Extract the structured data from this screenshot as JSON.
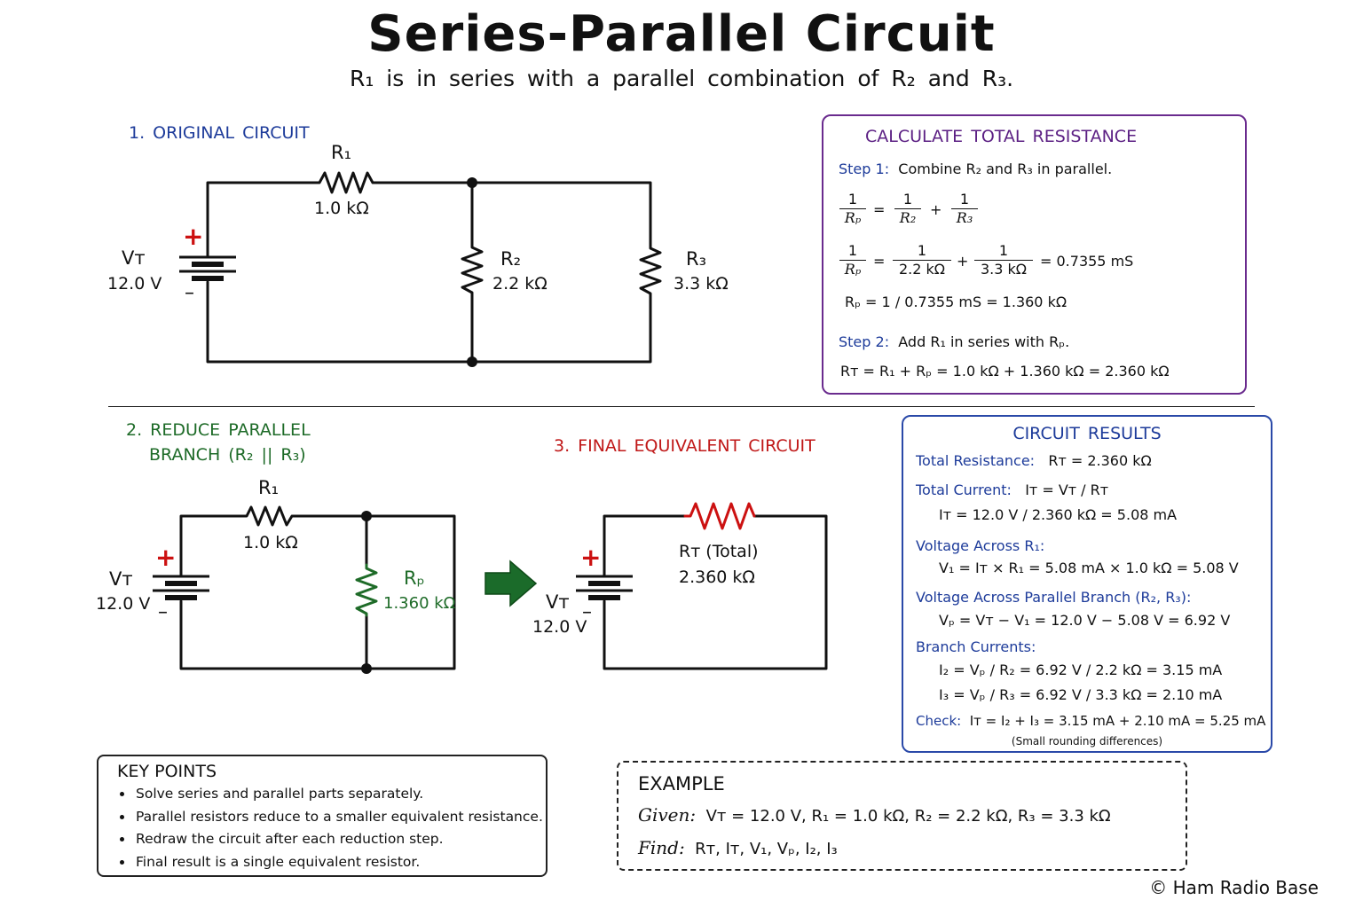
{
  "title": "Series-Parallel Circuit",
  "subtitle": "R₁ is in series with a parallel combination of R₂ and R₃.",
  "sections": {
    "original": "1. ORIGINAL CIRCUIT",
    "reduce_line1": "2. REDUCE PARALLEL",
    "reduce_line2": "BRANCH (R₂ || R₃)",
    "final": "3. FINAL EQUIVALENT CIRCUIT"
  },
  "circuit1": {
    "source_label": "Vᴛ",
    "source_value": "12.0 V",
    "r1_label": "R₁",
    "r1_value": "1.0 kΩ",
    "r2_label": "R₂",
    "r2_value": "2.2 kΩ",
    "r3_label": "R₃",
    "r3_value": "3.3 kΩ",
    "plus": "+",
    "minus": "–"
  },
  "circuit2": {
    "source_label": "Vᴛ",
    "source_value": "12.0 V",
    "r1_label": "R₁",
    "r1_value": "1.0 kΩ",
    "rp_label": "Rₚ",
    "rp_value": "1.360 kΩ",
    "plus": "+",
    "minus": "–"
  },
  "circuit3": {
    "source_label": "Vᴛ",
    "source_value": "12.0 V",
    "rt_label": "Rᴛ (Total)",
    "rt_value": "2.360 kΩ",
    "plus": "+",
    "minus": "–"
  },
  "calc_box": {
    "heading": "CALCULATE TOTAL RESISTANCE",
    "step1_label": "Step 1:",
    "step1_text": "Combine R₂ and R₃ in parallel.",
    "eq1": {
      "one": "1",
      "rp": "Rₚ",
      "r2": "R₂",
      "r3": "R₃",
      "equals": "=",
      "plus": "+"
    },
    "eq2": {
      "one": "1",
      "rp": "Rₚ",
      "d2": "2.2 kΩ",
      "d3": "3.3 kΩ",
      "equals": "=",
      "plus": "+",
      "result": "= 0.7355 mS"
    },
    "eq3": "Rₚ = 1 / 0.7355 mS = 1.360 kΩ",
    "step2_label": "Step 2:",
    "step2_text": "Add R₁ in series with Rₚ.",
    "eq4": "Rᴛ = R₁ + Rₚ = 1.0 kΩ + 1.360 kΩ = 2.360 kΩ"
  },
  "results_box": {
    "heading": "CIRCUIT RESULTS",
    "total_resistance_label": "Total Resistance:",
    "total_resistance_value": "Rᴛ = 2.360 kΩ",
    "total_current_label": "Total Current:",
    "total_current_formula": "Iᴛ = Vᴛ / Rᴛ",
    "total_current_calc": "Iᴛ = 12.0 V / 2.360 kΩ = 5.08 mA",
    "v_r1_label": "Voltage Across R₁:",
    "v_r1_calc": "V₁ = Iᴛ × R₁ = 5.08 mA × 1.0 kΩ = 5.08 V",
    "v_par_label": "Voltage Across Parallel Branch (R₂, R₃):",
    "v_par_calc": "Vₚ = Vᴛ − V₁ = 12.0 V − 5.08 V = 6.92 V",
    "branch_label": "Branch Currents:",
    "i2_calc": "I₂ = Vₚ / R₂ = 6.92 V / 2.2 kΩ = 3.15 mA",
    "i3_calc": "I₃ = Vₚ / R₃ = 6.92 V / 3.3 kΩ = 2.10 mA",
    "check_label": "Check:",
    "check_calc": "Iᴛ = I₂ + I₃ = 3.15 mA + 2.10 mA = 5.25 mA",
    "note": "(Small rounding differences)"
  },
  "key_points": {
    "heading": "KEY POINTS",
    "items": [
      "Solve series and parallel parts separately.",
      "Parallel resistors reduce to a smaller equivalent resistance.",
      "Redraw the circuit after each reduction step.",
      "Final result is a single equivalent resistor."
    ]
  },
  "example": {
    "heading": "EXAMPLE",
    "given_label": "Given:",
    "given_text": "Vᴛ = 12.0 V, R₁ = 1.0 kΩ, R₂ = 2.2 kΩ, R₃ = 3.3 kΩ",
    "find_label": "Find:",
    "find_text": "Rᴛ, Iᴛ, V₁, Vₚ, I₂, I₃"
  },
  "copyright": "© Ham Radio Base",
  "colors": {
    "wire": "#111111",
    "plus": "#cc1111",
    "resistor_rt": "#cc1111",
    "resistor_rp": "#1e6b28",
    "arrow": "#1b6b2a",
    "calc_border": "#6a2b8e",
    "results_border": "#2a49a8"
  }
}
